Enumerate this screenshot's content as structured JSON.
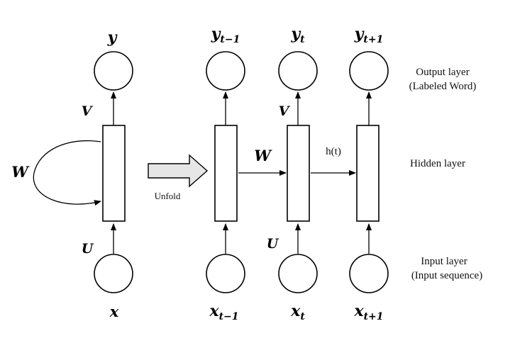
{
  "folded": {
    "output": "y",
    "input": "x",
    "weight_V": "V",
    "weight_U": "U",
    "weight_W": "W"
  },
  "unfold_label": "Unfold",
  "unfolded": {
    "outputs": [
      {
        "base": "y",
        "sub": "t−1"
      },
      {
        "base": "y",
        "sub": "t"
      },
      {
        "base": "y",
        "sub": "t+1"
      }
    ],
    "inputs": [
      {
        "base": "x",
        "sub": "t−1"
      },
      {
        "base": "x",
        "sub": "t"
      },
      {
        "base": "x",
        "sub": "t+1"
      }
    ],
    "weight_V": "V",
    "weight_U": "U",
    "weight_W": "W",
    "hidden_state": "h(t)"
  },
  "layers": {
    "output_line1": "Output layer",
    "output_line2": "(Labeled Word)",
    "hidden": "Hidden layer",
    "input_line1": "Input layer",
    "input_line2": "(Input sequence)"
  },
  "colors": {
    "unfold_arrow_fill": "#e6e6e6",
    "stroke": "#000000"
  }
}
